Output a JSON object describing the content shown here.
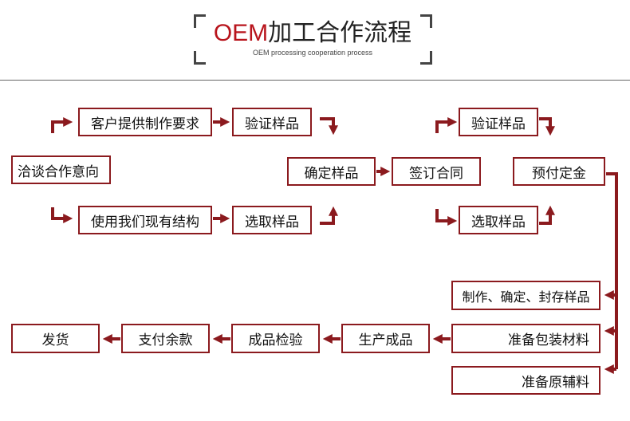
{
  "header": {
    "title_brand": "OEM",
    "title_cn": "加工合作流程",
    "subtitle": "OEM processing cooperation process"
  },
  "nodes": {
    "negotiate": "洽谈合作意向",
    "client_request": "客户提供制作要求",
    "verify_sample_1": "验证样品",
    "use_existing": "使用我们现有结构",
    "select_sample_1": "选取样品",
    "confirm_sample": "确定样品",
    "sign_contract": "签订合同",
    "verify_sample_2": "验证样品",
    "select_sample_2": "选取样品",
    "prepay": "预付定金",
    "make_seal": "制作、确定、封存样品",
    "prepare_packaging": "准备包装材料",
    "prepare_materials": "准备原辅料",
    "production": "生产成品",
    "inspection": "成品检验",
    "pay_balance": "支付余款",
    "ship": "发货"
  },
  "colors": {
    "accent": "#8b1a1e",
    "brand_red": "#b8141c",
    "text": "#111111"
  }
}
